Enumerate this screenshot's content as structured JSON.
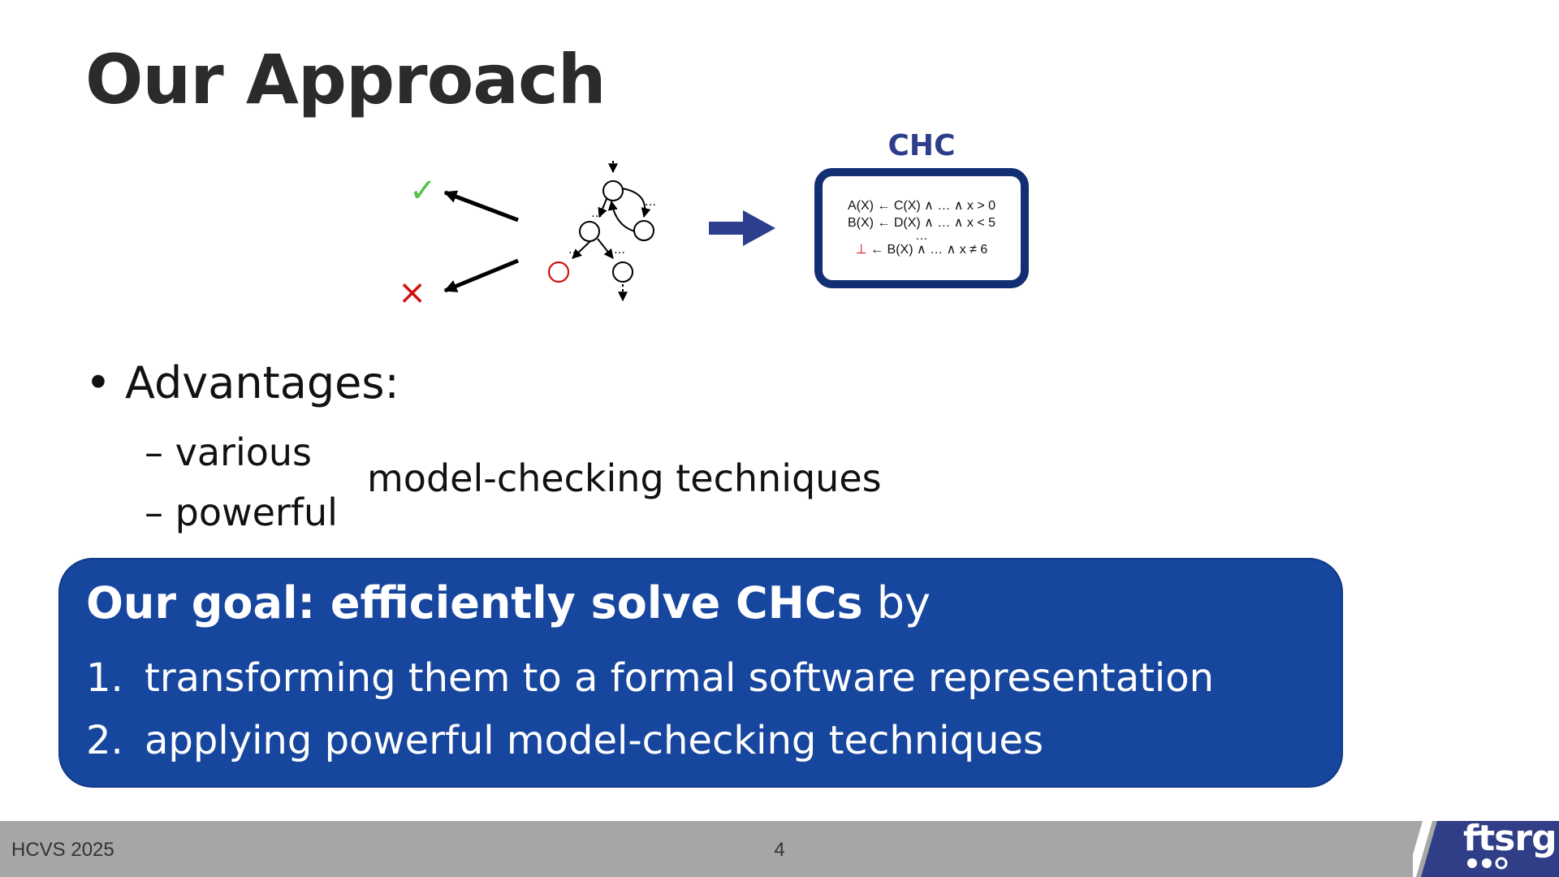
{
  "slide": {
    "title": "Our Approach"
  },
  "diagram": {
    "chc_label": "CHC",
    "chc_lines": [
      "A(X) ← C(X) ∧ … ∧ x > 0",
      "B(X) ← D(X) ∧ … ∧ x < 5",
      "…"
    ],
    "chc_last_symbol": "⊥",
    "chc_last_rest": " ← B(X) ∧ … ∧ x ≠ 6",
    "check_symbol": "✓",
    "cross_symbol": "×",
    "ellipsis": "…",
    "colors": {
      "check": "#55c24a",
      "cross": "#d10f0f",
      "error_node": "#d10f0f",
      "arrow": "#2d3e8c",
      "chc_border": "#132f73"
    },
    "icons": [
      "check-icon",
      "cross-icon",
      "arrow-left-icon",
      "arrow-right-icon"
    ]
  },
  "advantages": {
    "heading": "• Advantages:",
    "items": [
      "– various",
      "– powerful"
    ],
    "shared_suffix": "model-checking techniques"
  },
  "goal": {
    "heading_strong": "Our goal: efficiently solve CHCs",
    "heading_rest": " by",
    "steps": [
      {
        "num": "1.",
        "text": "transforming them to a formal software representation"
      },
      {
        "num": "2.",
        "text": "applying powerful model-checking techniques"
      }
    ],
    "colors": {
      "background": "#17469e",
      "text": "#ffffff"
    }
  },
  "footer": {
    "left": "HCVS 2025",
    "page": "4",
    "logo": "ftsrg",
    "colors": {
      "bar": "#a6a6a6",
      "logo_bg": "#2f3e86"
    }
  }
}
